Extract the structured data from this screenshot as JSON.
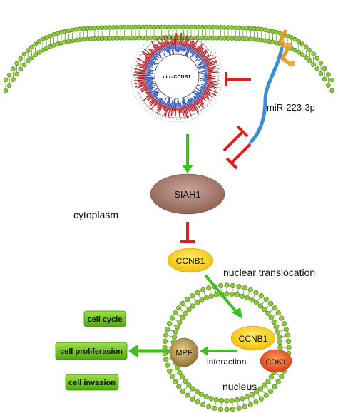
{
  "labels": {
    "circ": "circ-CCNB1",
    "mirna": "miR-223-3p",
    "siah1": "SIAH1",
    "cytoplasm": "cytoplasm",
    "ccnb1_cyto": "CCNB1",
    "translocation": "nuclear translocation",
    "ccnb1_nuc": "CCNB1",
    "cdk1": "CDK1",
    "mpf": "MPF",
    "interaction": "interaction",
    "nucleus": "nucleus"
  },
  "outcomes": [
    "cell cycle",
    "cell proliferasion",
    "cell invasion"
  ],
  "colors": {
    "membrane": "#8dc63f",
    "activate_arrow": "#3cc01e",
    "inhibit": "#e02020",
    "siah1": "#a97e72",
    "ccnb1": "#f6c400",
    "cdk1": "#e85a1a",
    "mpf": "#a0804a",
    "outcome_box": "#6ec31a",
    "mirna_blue": "#3d8fd4",
    "mirna_orange": "#e99a2c",
    "circos_red": "#b0202a",
    "circos_blue": "#2a4fb5"
  }
}
